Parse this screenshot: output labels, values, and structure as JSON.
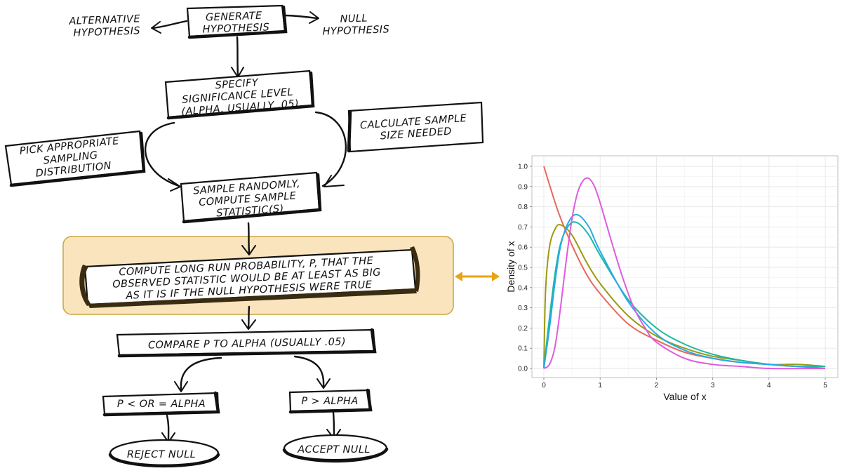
{
  "diagram": {
    "generate": [
      "GENERATE",
      "HYPOTHESIS"
    ],
    "alternative": [
      "ALTERNATIVE",
      "HYPOTHESIS"
    ],
    "null_h": [
      "NULL",
      "HYPOTHESIS"
    ],
    "significance": [
      "SPECIFY",
      "SIGNIFICANCE LEVEL",
      "(ALPHA, USUALLY .05)"
    ],
    "sample_size": [
      "CALCULATE SAMPLE",
      "SIZE NEEDED"
    ],
    "pick_dist": [
      "PICK APPROPRIATE",
      "SAMPLING",
      "DISTRIBUTION"
    ],
    "sample": [
      "SAMPLE RANDOMLY,",
      "COMPUTE SAMPLE",
      "STATISTIC(S)"
    ],
    "compute_p": [
      "COMPUTE LONG RUN PROBABILITY, P, THAT THE",
      "OBSERVED STATISTIC WOULD BE AT LEAST AS BIG",
      "AS IT IS IF THE NULL HYPOTHESIS WERE TRUE"
    ],
    "compare": "COMPARE P TO ALPHA (USUALLY .05)",
    "p_le": "P < OR = ALPHA",
    "p_gt": "P > ALPHA",
    "reject": "REJECT NULL",
    "accept": "ACCEPT NULL",
    "highlight_color": "#f9e4bd",
    "highlight_border": "#c9a640",
    "link_arrow_color": "#e8a317"
  },
  "chart_data": {
    "type": "line",
    "xlabel": "Value of x",
    "ylabel": "Density of x",
    "xlim": [
      0,
      5
    ],
    "ylim": [
      0,
      1.0
    ],
    "xticks": [
      0,
      1,
      2,
      3,
      4,
      5
    ],
    "yticks": [
      0.0,
      0.1,
      0.2,
      0.3,
      0.4,
      0.5,
      0.6,
      0.7,
      0.8,
      0.9,
      1.0
    ],
    "ytick_labels": [
      "0.0",
      "0.1",
      "0.2",
      "0.3",
      "0.4",
      "0.5",
      "0.6",
      "0.7",
      "0.8",
      "0.9",
      "1.0"
    ],
    "grid": true,
    "series": [
      {
        "color": "#e8685c",
        "x": [
          0,
          0.25,
          0.5,
          0.75,
          1,
          1.5,
          2,
          2.5,
          3,
          3.5,
          4,
          4.5,
          5
        ],
        "y": [
          1.0,
          0.78,
          0.61,
          0.47,
          0.37,
          0.22,
          0.14,
          0.08,
          0.05,
          0.03,
          0.02,
          0.01,
          0.01
        ]
      },
      {
        "color": "#9a9a12",
        "x": [
          0,
          0.03,
          0.1,
          0.2,
          0.3,
          0.5,
          0.75,
          1,
          1.5,
          2,
          2.5,
          3,
          3.5,
          4,
          4.5,
          5
        ],
        "y": [
          0,
          0.38,
          0.6,
          0.69,
          0.71,
          0.66,
          0.53,
          0.42,
          0.26,
          0.16,
          0.1,
          0.06,
          0.04,
          0.02,
          0.02,
          0.01
        ]
      },
      {
        "color": "#1db8a0",
        "x": [
          0,
          0.1,
          0.2,
          0.3,
          0.45,
          0.6,
          0.8,
          1,
          1.5,
          2,
          2.5,
          3,
          3.5,
          4,
          4.5,
          5
        ],
        "y": [
          0,
          0.25,
          0.47,
          0.62,
          0.71,
          0.72,
          0.66,
          0.56,
          0.34,
          0.2,
          0.12,
          0.07,
          0.04,
          0.02,
          0.01,
          0.01
        ]
      },
      {
        "color": "#2aa9e6",
        "x": [
          0,
          0.1,
          0.2,
          0.3,
          0.45,
          0.6,
          0.8,
          1,
          1.5,
          2,
          2.5,
          3,
          3.5,
          4,
          4.5,
          5
        ],
        "y": [
          0,
          0.2,
          0.43,
          0.61,
          0.73,
          0.76,
          0.7,
          0.58,
          0.33,
          0.17,
          0.09,
          0.05,
          0.03,
          0.02,
          0.01,
          0.0
        ]
      },
      {
        "color": "#de5be0",
        "x": [
          0,
          0.1,
          0.2,
          0.3,
          0.4,
          0.5,
          0.6,
          0.7,
          0.8,
          0.9,
          1,
          1.2,
          1.4,
          1.6,
          1.8,
          2,
          2.5,
          3,
          3.5,
          4,
          5
        ],
        "y": [
          0,
          0.02,
          0.11,
          0.31,
          0.54,
          0.74,
          0.87,
          0.93,
          0.94,
          0.9,
          0.82,
          0.63,
          0.45,
          0.3,
          0.2,
          0.13,
          0.05,
          0.02,
          0.01,
          0.0,
          0.0
        ]
      }
    ]
  }
}
